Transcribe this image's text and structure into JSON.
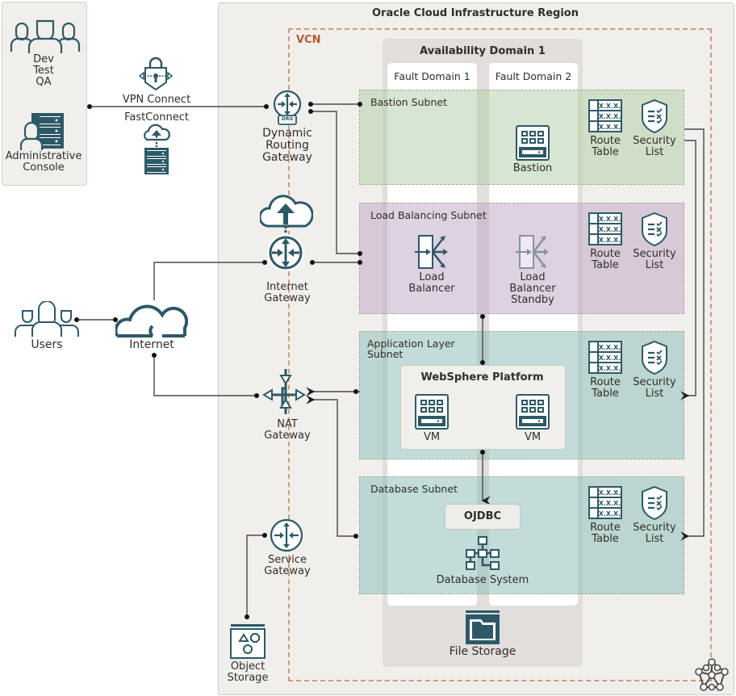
{
  "on_premises": {
    "users_group_label": "Dev\nTest\nQA",
    "admin_console_label": "Administrative\nConsole"
  },
  "connections": {
    "vpn_label": "VPN Connect",
    "fastconnect_label": "FastConnect"
  },
  "external": {
    "users_label": "Users",
    "internet_label": "Internet"
  },
  "region": {
    "title": "Oracle Cloud Infrastructure Region",
    "vcn_title": "VCN",
    "availability_domain": "Availability Domain 1",
    "fault_domains": [
      "Fault Domain 1",
      "Fault Domain 2"
    ]
  },
  "gateways": {
    "drg": "Dynamic\nRouting\nGateway",
    "drg_badge": "DRG",
    "internet": "Internet\nGateway",
    "nat": "NAT\nGateway",
    "service": "Service\nGateway"
  },
  "subnets": [
    {
      "title": "Bastion Subnet",
      "color": "#d5e3cf"
    },
    {
      "title": "Load Balancing Subnet",
      "color": "#ddd0de"
    },
    {
      "title": "Application Layer\nSubnet",
      "color": "#c3dbd8"
    },
    {
      "title": "Database Subnet",
      "color": "#c3dbd8"
    }
  ],
  "subnet_resources": {
    "route_table": "Route\nTable",
    "route_table_cell": "X.X.X.",
    "security_list": "Security\nList"
  },
  "components": {
    "bastion": "Bastion",
    "load_balancer": "Load\nBalancer",
    "load_balancer_standby": "Load\nBalancer\nStandby",
    "websphere_platform": "WebSphere Platform",
    "vm1": "VM",
    "vm2": "VM",
    "ojdbc": "OJDBC",
    "database_system": "Database System",
    "file_storage": "File Storage",
    "object_storage": "Object\nStorage"
  },
  "colors": {
    "icon": "#2d5967",
    "vcn_border": "#d09a7f",
    "vcn_title": "#b8582f",
    "region_bg": "#f1efeb"
  }
}
